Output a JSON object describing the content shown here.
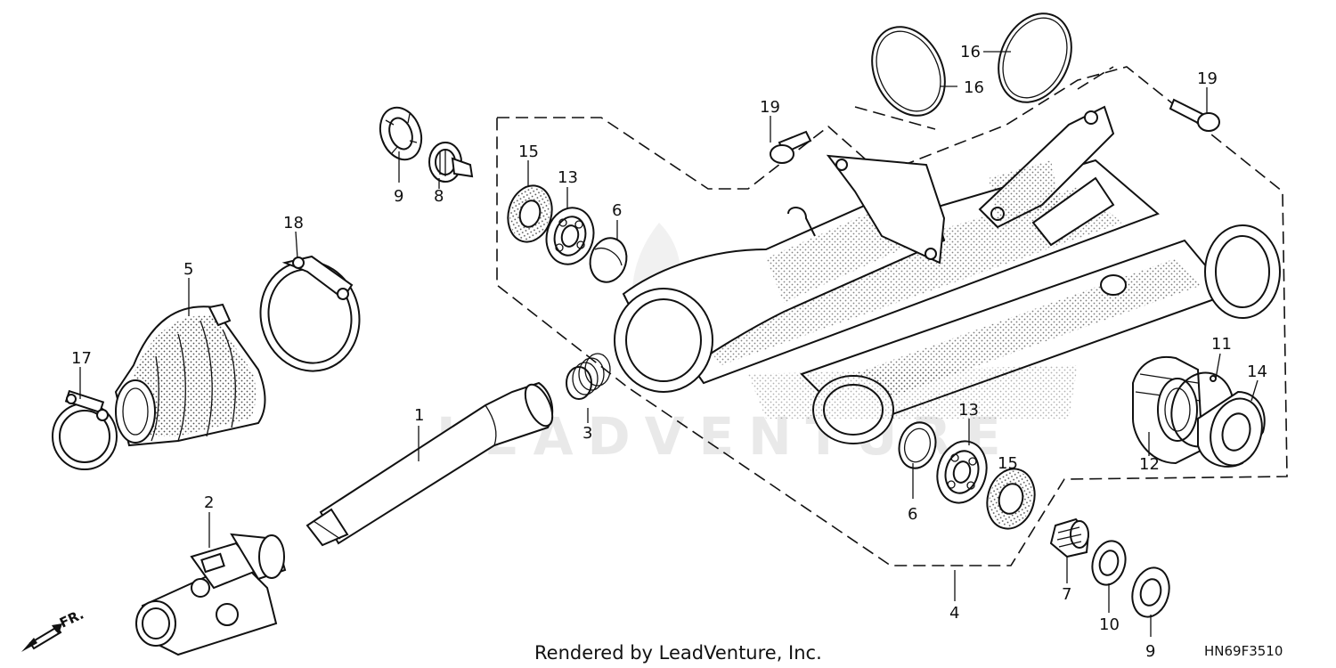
{
  "watermark": "LEADVENTURE",
  "footer": {
    "credit": "Rendered by LeadVenture, Inc.",
    "diagram_code": "HN69F3510"
  },
  "direction_label": "FR.",
  "callouts": [
    "1",
    "2",
    "3",
    "4",
    "5",
    "6",
    "6",
    "7",
    "8",
    "9",
    "9",
    "10",
    "11",
    "12",
    "13",
    "13",
    "14",
    "15",
    "15",
    "16",
    "16",
    "17",
    "18",
    "19",
    "19"
  ]
}
